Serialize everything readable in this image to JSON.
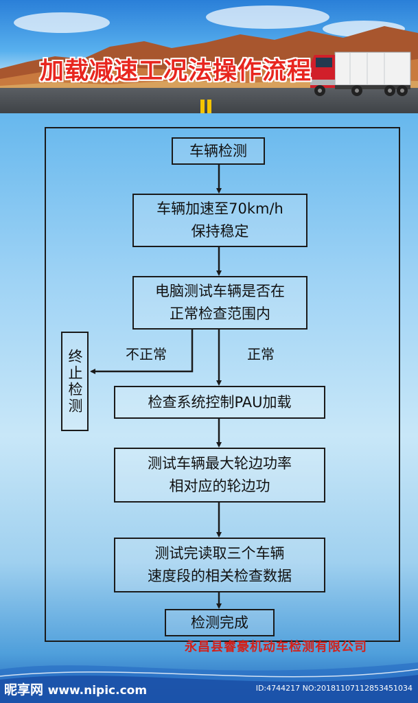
{
  "header": {
    "title": "加载减速工况法操作流程"
  },
  "flow": {
    "step1": "车辆检测",
    "step2": "车辆加速至70km/h\n保持稳定",
    "step3": "电脑测试车辆是否在\n正常检查范围内",
    "branch_abnormal": "不正常",
    "branch_normal": "正常",
    "terminate": "终止检测",
    "step4": "检查系统控制PAU加载",
    "step5": "测试车辆最大轮边功率\n相对应的轮边功",
    "step6": "测试完读取三个车辆\n速度段的相关检查数据",
    "step7": "检测完成"
  },
  "footer": {
    "company": "永昌县睿豪机动车检测有限公司"
  },
  "watermark": {
    "brand": "昵享网",
    "url": "www.nipic.com",
    "id_text": "ID:4744217 NO:20181107112853451034"
  },
  "colors": {
    "title_red": "#e8261f",
    "company_red": "#d2211b",
    "line_black": "#1a1a1a"
  }
}
